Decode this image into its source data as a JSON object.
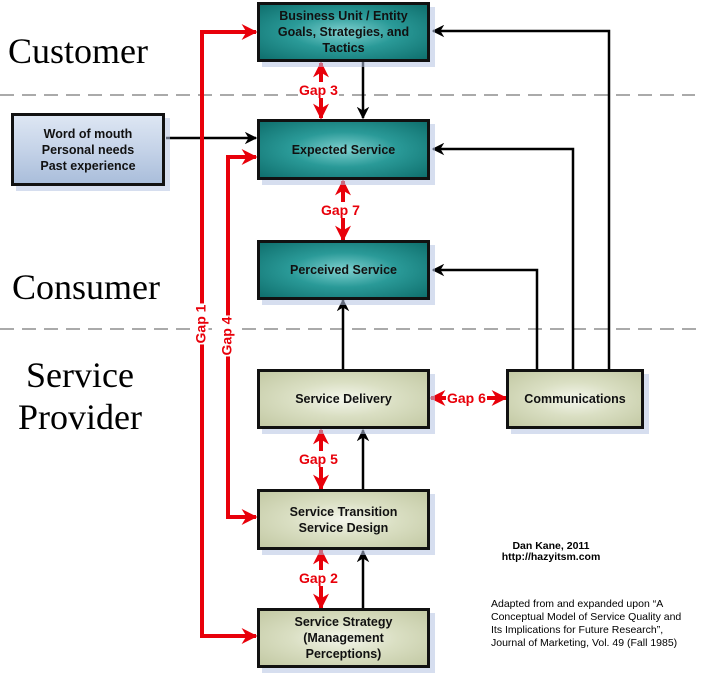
{
  "zones": {
    "customer": "Customer",
    "consumer": "Consumer",
    "service_provider": "Service\nProvider"
  },
  "boxes": {
    "business_unit": "Business Unit / Entity\nGoals, Strategies, and\nTactics",
    "word_of_mouth": "Word of mouth\nPersonal needs\nPast experience",
    "expected_service": "Expected Service",
    "perceived_service": "Perceived Service",
    "service_delivery": "Service Delivery",
    "communications": "Communications",
    "service_transition": "Service Transition\nService Design",
    "service_strategy": "Service Strategy\n(Management\nPerceptions)"
  },
  "gaps": {
    "gap1": "Gap 1",
    "gap2": "Gap 2",
    "gap3": "Gap 3",
    "gap4": "Gap 4",
    "gap5": "Gap 5",
    "gap6": "Gap 6",
    "gap7": "Gap 7"
  },
  "credits": {
    "author": "Dan Kane, 2011",
    "url": "http://hazyitsm.com",
    "source": "Adapted from and expanded upon “A Conceptual Model of Service Quality and Its Implications for Future Research”, Journal of Marketing, Vol. 49 (Fall 1985)"
  },
  "colors": {
    "gap_red": "#e8000a",
    "connector_black": "#000000",
    "teal_box": "#1a8583",
    "olive_box": "#d3d8b8",
    "blue_box": "#c5d3e8"
  }
}
